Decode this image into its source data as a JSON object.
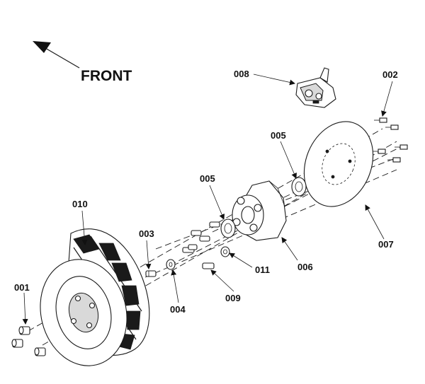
{
  "direction": {
    "label": "FRONT"
  },
  "callouts": {
    "c001": "001",
    "c002": "002",
    "c003": "003",
    "c004": "004",
    "c005a": "005",
    "c005b": "005",
    "c006": "006",
    "c007": "007",
    "c008": "008",
    "c009": "009",
    "c010": "010",
    "c011": "011"
  },
  "colors": {
    "ink": "#1a1a1a",
    "background": "#ffffff"
  }
}
